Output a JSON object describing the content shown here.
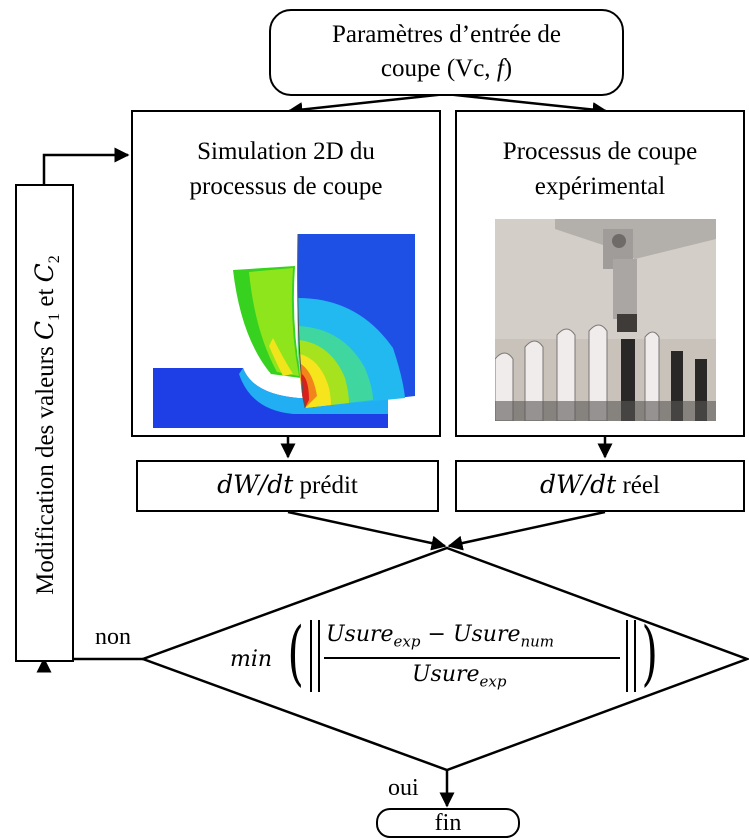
{
  "inputs": {
    "line1": "Paramètres d’entrée de",
    "line2_prefix": "coupe (Vc, ",
    "line2_var": "f",
    "line2_suffix": ")"
  },
  "simulation": {
    "line1": "Simulation 2D du",
    "line2": "processus de coupe",
    "image_icon": "fem-simulation-contour-image"
  },
  "experiment": {
    "line1": "Processus de coupe",
    "line2": "expérimental",
    "image_icon": "machining-setup-photo"
  },
  "predicted": {
    "math": "dW/dt",
    "label": "prédit"
  },
  "real": {
    "math": "dW/dt",
    "label": "réel"
  },
  "decision": {
    "func": "min",
    "numerator_a": "Usure",
    "numerator_a_sub": "exp",
    "minus": "−",
    "numerator_b": "Usure",
    "numerator_b_sub": "num",
    "denominator": "Usure",
    "denominator_sub": "exp"
  },
  "loop": {
    "prefix": "Modification des valeurs ",
    "c1": "C",
    "c1_sub": "1",
    "and": " et ",
    "c2": "C",
    "c2_sub": "2"
  },
  "labels": {
    "no": "non",
    "yes": "oui"
  },
  "end": {
    "label": "fin"
  }
}
